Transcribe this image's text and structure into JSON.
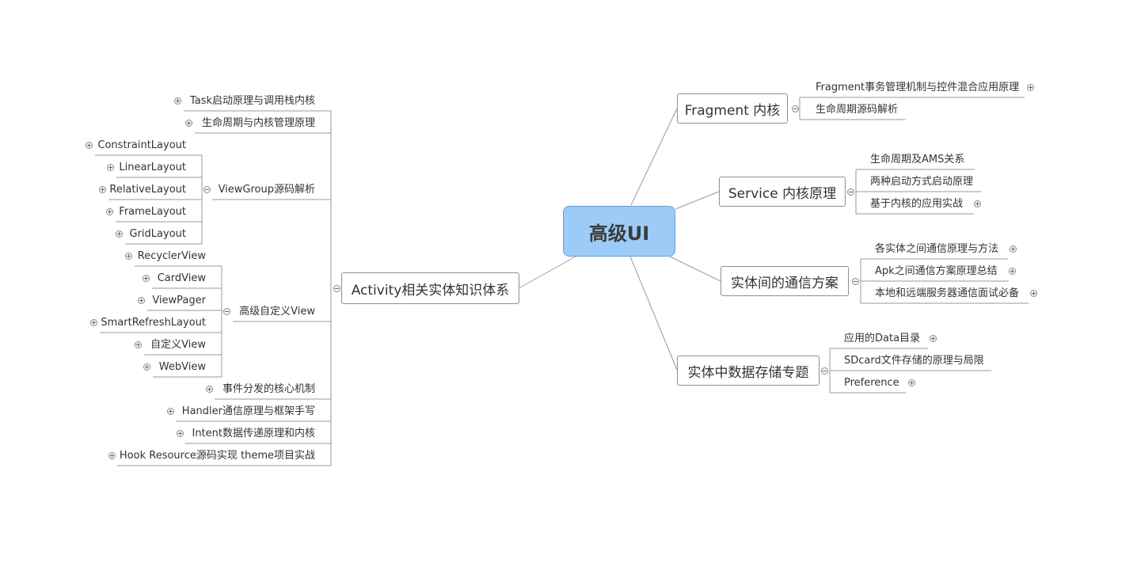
{
  "center": {
    "label": "高级UI"
  },
  "right": {
    "fragment": {
      "label": "Fragment 内核",
      "children": [
        "Fragment事务管理机制与控件混合应用原理",
        "生命周期源码解析"
      ]
    },
    "service": {
      "label": "Service 内核原理",
      "children": [
        "生命周期及AMS关系",
        "两种启动方式启动原理",
        "基于内核的应用实战"
      ]
    },
    "comm": {
      "label": "实体间的通信方案",
      "children": [
        "各实体之间通信原理与方法",
        "Apk之间通信方案原理总结",
        "本地和远端服务器通信面试必备"
      ]
    },
    "storage": {
      "label": "实体中数据存储专题",
      "children": [
        "应用的Data目录",
        "SDcard文件存储的原理与局限",
        "Preference"
      ]
    }
  },
  "left": {
    "activity": {
      "label": "Activity相关实体知识体系",
      "children": [
        "Task启动原理与调用栈内核",
        "生命周期与内核管理原理",
        "ViewGroup源码解析",
        "高级自定义View",
        "事件分发的核心机制",
        "Handler通信原理与框架手写",
        "Intent数据传递原理和内核",
        "Hook Resource源码实现 theme项目实战"
      ],
      "viewgroup_children": [
        "ConstraintLayout",
        "LinearLayout",
        "RelativeLayout",
        "FrameLayout",
        "GridLayout"
      ],
      "customview_children": [
        "RecyclerView",
        "CardView",
        "ViewPager",
        "SmartRefreshLayout",
        "自定义View",
        "WebView"
      ]
    }
  }
}
